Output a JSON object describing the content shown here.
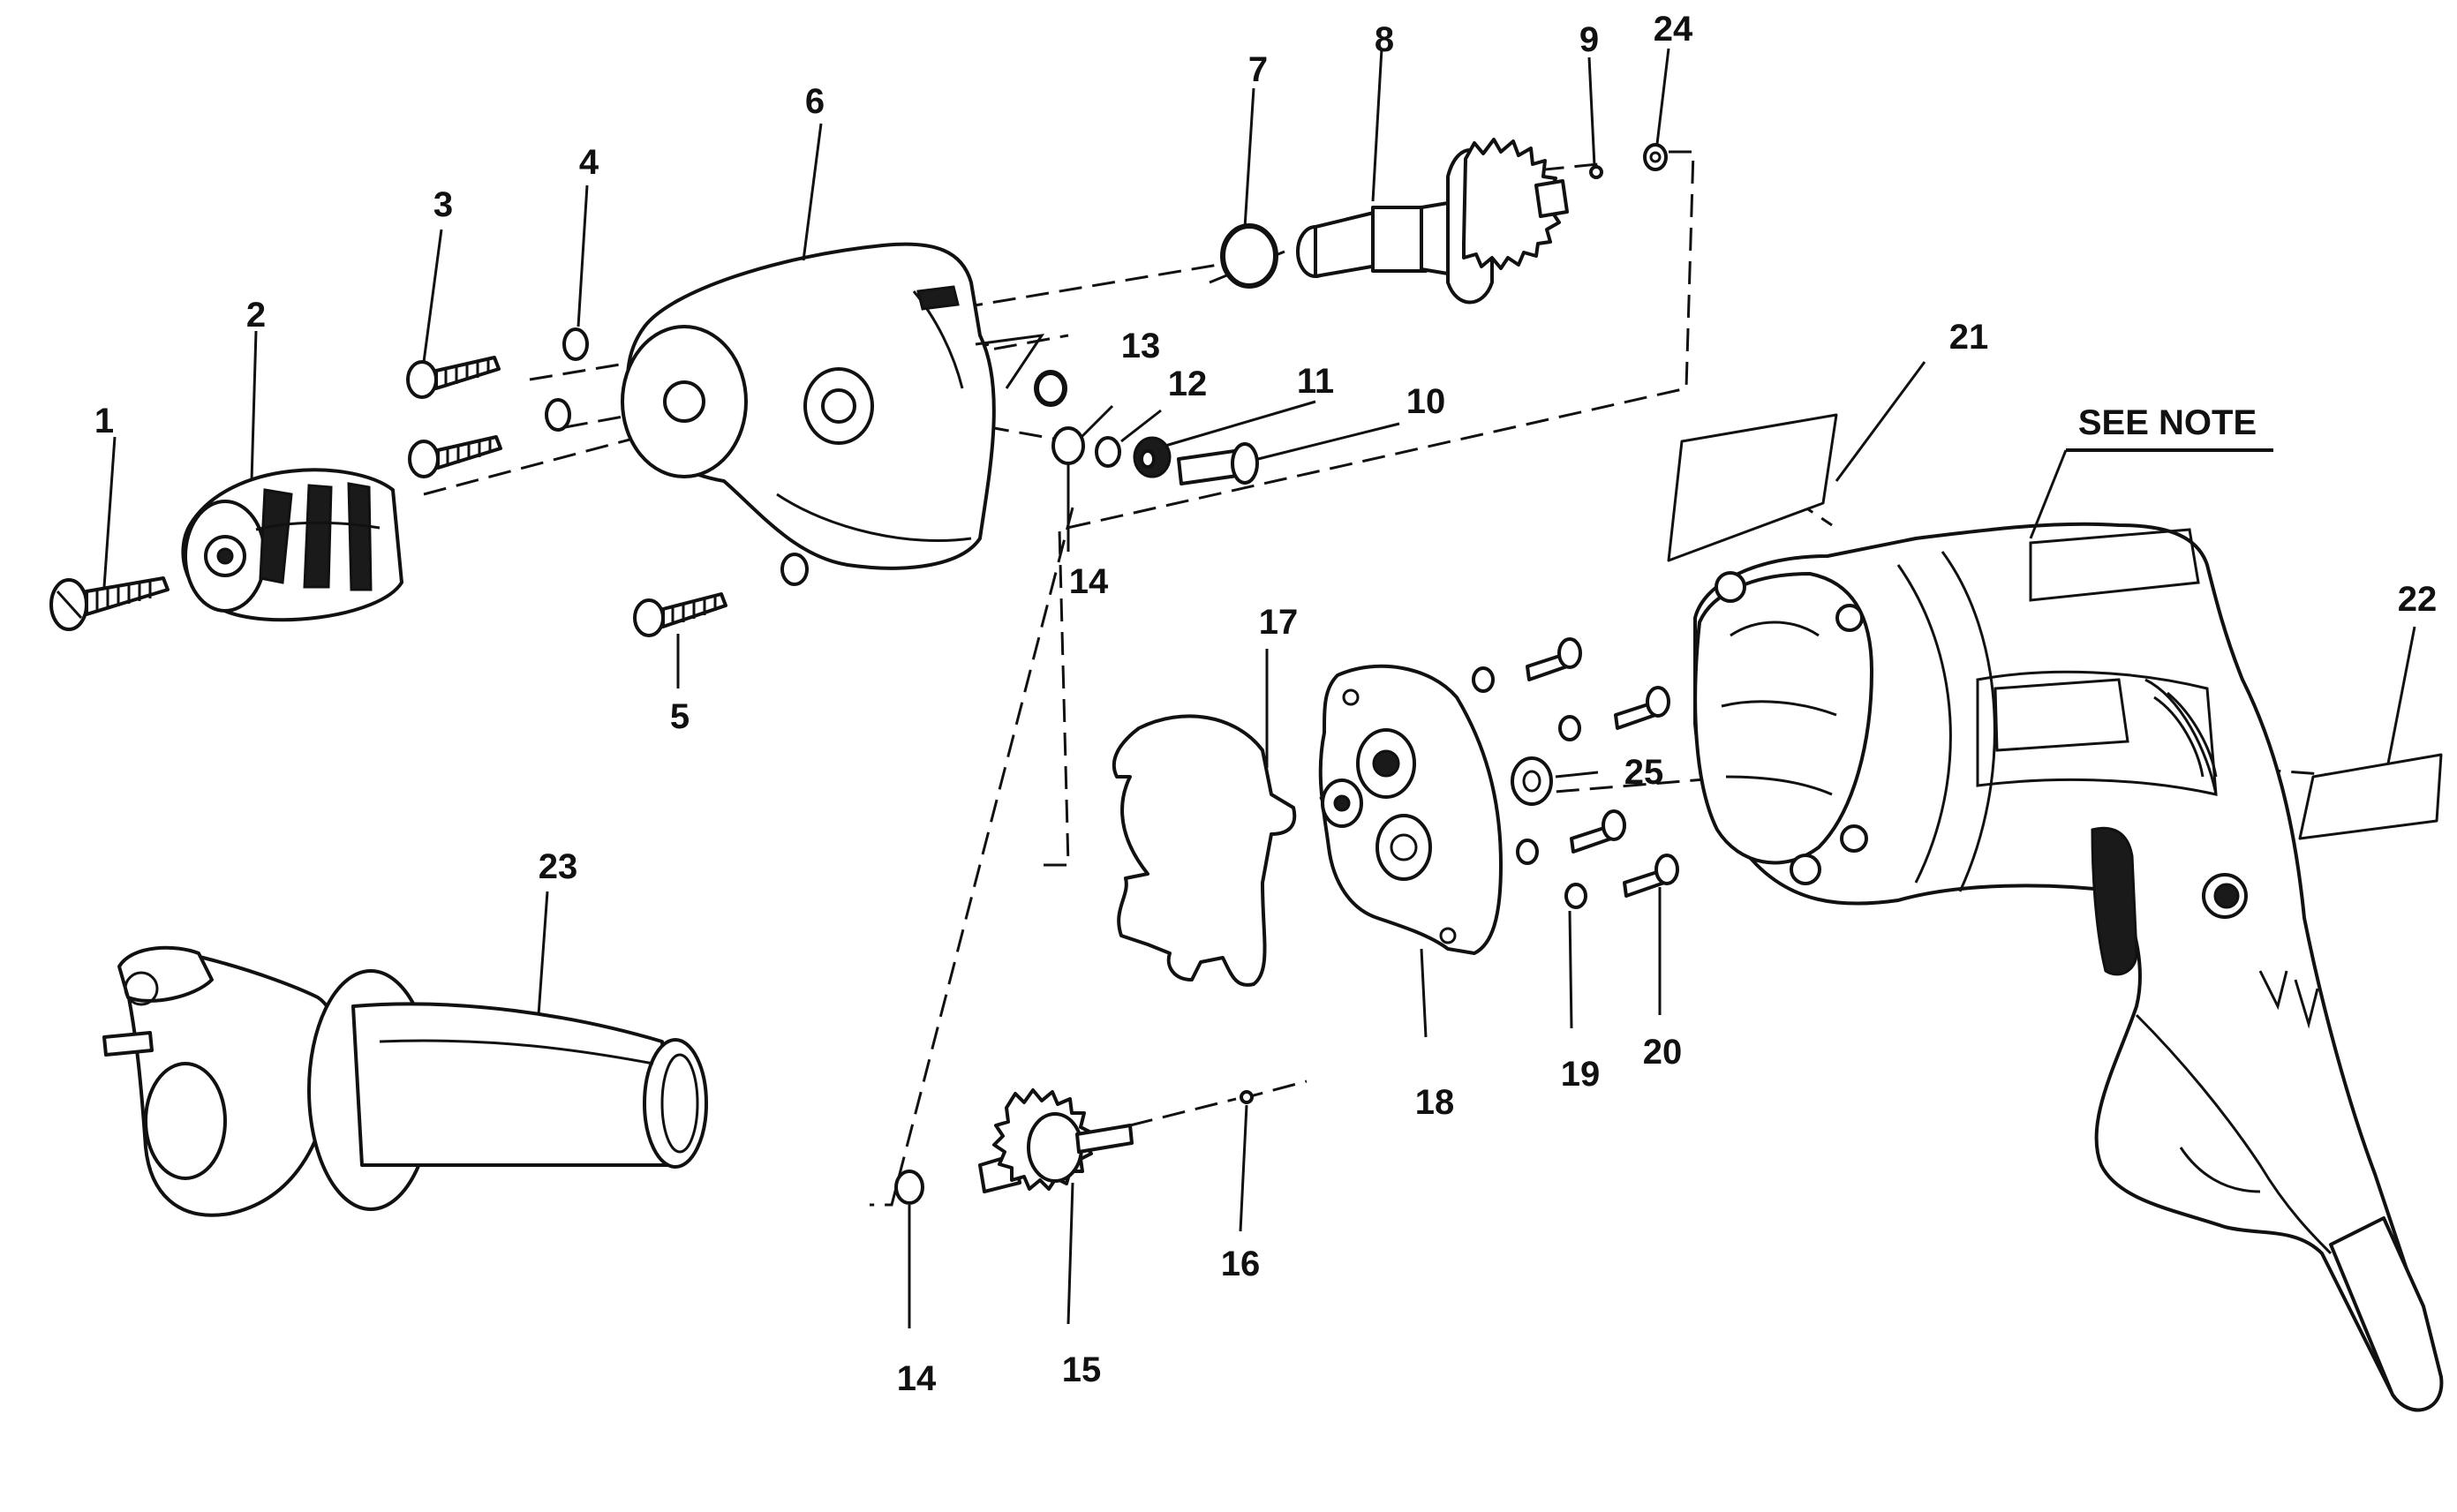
{
  "diagram": {
    "note_label": "SEE NOTE",
    "callouts": {
      "c1": "1",
      "c2": "2",
      "c3": "3",
      "c4": "4",
      "c5": "5",
      "c6": "6",
      "c7": "7",
      "c8": "8",
      "c9": "9",
      "c10": "10",
      "c11": "11",
      "c12": "12",
      "c13": "13",
      "c14a": "14",
      "c14b": "14",
      "c15": "15",
      "c16": "16",
      "c17": "17",
      "c18": "18",
      "c19": "19",
      "c20": "20",
      "c21": "21",
      "c22": "22",
      "c23": "23",
      "c24": "24",
      "c25": "25"
    }
  }
}
